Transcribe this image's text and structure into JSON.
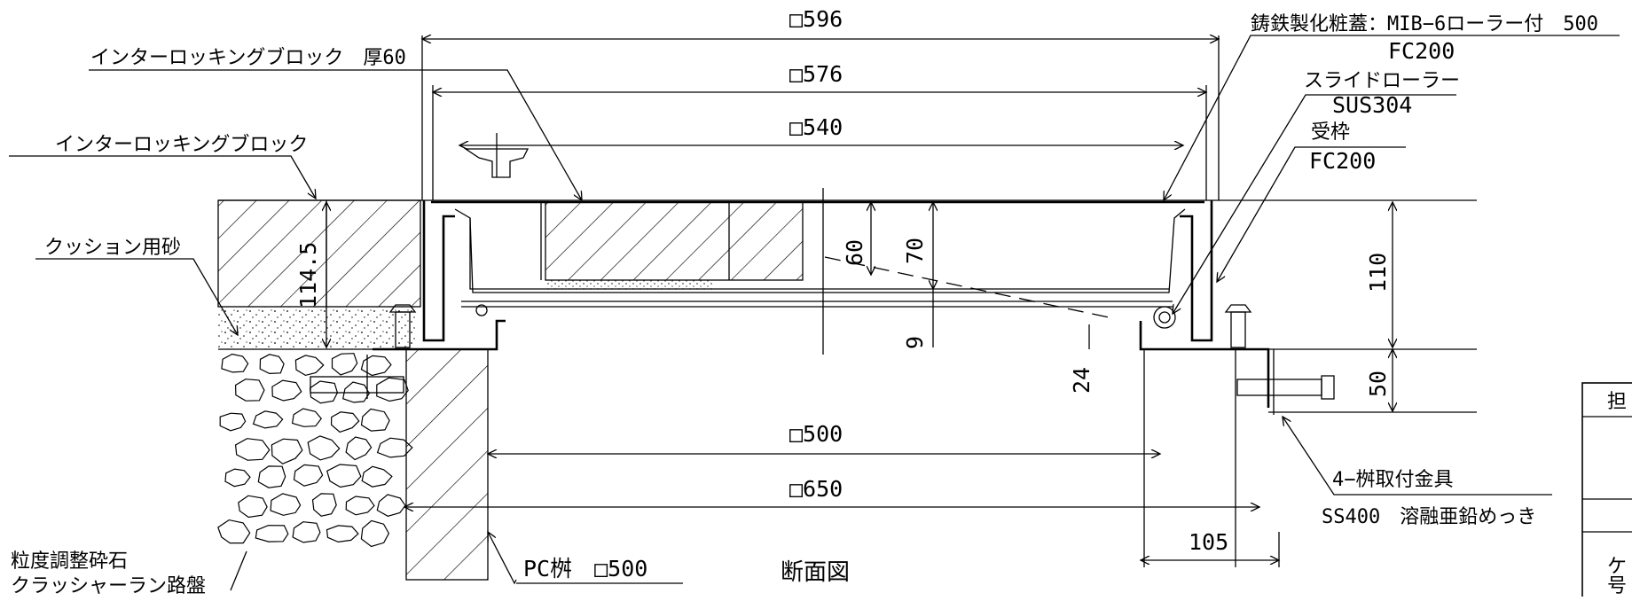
{
  "title": "断面図",
  "labels": {
    "interlocking_60": "インターロッキングブロック　厚60",
    "interlocking": "インターロッキングブロック",
    "cushion_sand": "クッション用砂",
    "gravel_1": "粒度調整砕石",
    "gravel_2": "クラッシャーラン路盤",
    "cover_1": "鋳鉄製化粧蓋：MIB−6ローラー付　500",
    "cover_2": "FC200",
    "roller_1": "スライドローラー",
    "roller_2": "SUS304",
    "frame_1": "受枠",
    "frame_2": "FC200",
    "bracket_1": "4−桝取付金具",
    "bracket_2": "SS400　溶融亜鉛めっき",
    "pc_box": "PC桝　□500"
  },
  "dimensions": {
    "w596": "□596",
    "w576": "□576",
    "w540": "□540",
    "w500": "□500",
    "w650": "□650",
    "d105": "105",
    "h114_5": "114.5",
    "h60": "60",
    "h70": "70",
    "h9": "9",
    "h24": "24",
    "h110": "110",
    "h50": "50"
  },
  "table": {
    "cell_1": "担",
    "cell_2": "ケ",
    "cell_3": "号"
  }
}
